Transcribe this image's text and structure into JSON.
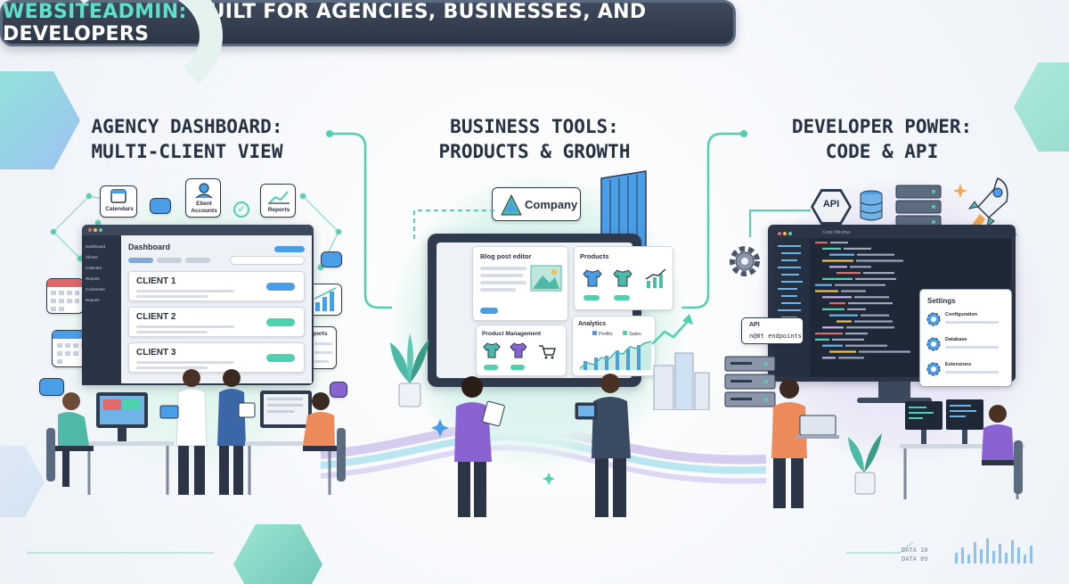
{
  "banner": {
    "brand": "WEBSITEADMIN:",
    "rest": "BUILT FOR AGENCIES, BUSINESSES, AND DEVELOPERS"
  },
  "agency": {
    "title_line1": "AGENCY DASHBOARD:",
    "title_line2": "MULTI-CLIENT VIEW",
    "icons": {
      "calendars": "Calendars",
      "client_accounts_1": "Elient",
      "client_accounts_2": "Accounts",
      "reports": "Reports",
      "reports_doc": "Reports"
    },
    "window": {
      "title": "Dashboard",
      "sidebar": [
        "Dashboard",
        "Clients",
        "Calendar",
        "Reports",
        "Comments",
        "Reports"
      ],
      "clients": [
        "CLIENT 1",
        "CLIENT 2",
        "CLIENT 3"
      ]
    }
  },
  "business": {
    "title_line1": "BUSINESS TOOLS:",
    "title_line2": "PRODUCTS & GROWTH",
    "company_label": "Company",
    "blog_editor": "Blog post editor",
    "products": "Products",
    "product_management": "Product Management",
    "analytics": "Analytics",
    "legend": [
      "Profits",
      "Sales"
    ]
  },
  "developer": {
    "title_line1": "DEVELOPER POWER:",
    "title_line2": "CODE & API",
    "api_badge": "API",
    "api_card_title": "API",
    "api_card_text": "n@0t endpoints",
    "editor_title": "Code Window",
    "settings": {
      "title": "Settings",
      "items": [
        "Configuration",
        "Database",
        "Extensions"
      ]
    }
  },
  "footer": {
    "data_1": "DATA 10",
    "data_2": "DATA 09"
  },
  "colors": {
    "teal": "#4fd1b0",
    "blue": "#4a9ee8",
    "navy": "#2b3545",
    "purple": "#8a63d2",
    "green_accent": "#5fe0c8"
  }
}
